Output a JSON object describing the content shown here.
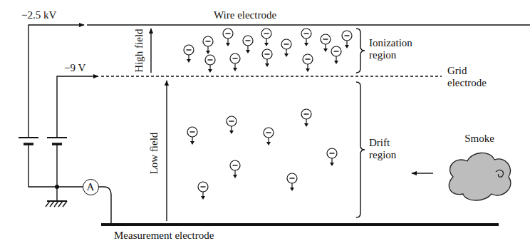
{
  "diagram": {
    "nodes": [
      {
        "text": [
          "A"
        ]
      },
      {
        "text": [
          "Smoke"
        ]
      }
    ],
    "labels": [
      "−2.5 kV",
      "Wire electrode",
      "High field",
      "Ionization region",
      "−9 V",
      "Grid electrode",
      "Low field",
      "Drift region",
      "Measurement electrode"
    ]
  }
}
